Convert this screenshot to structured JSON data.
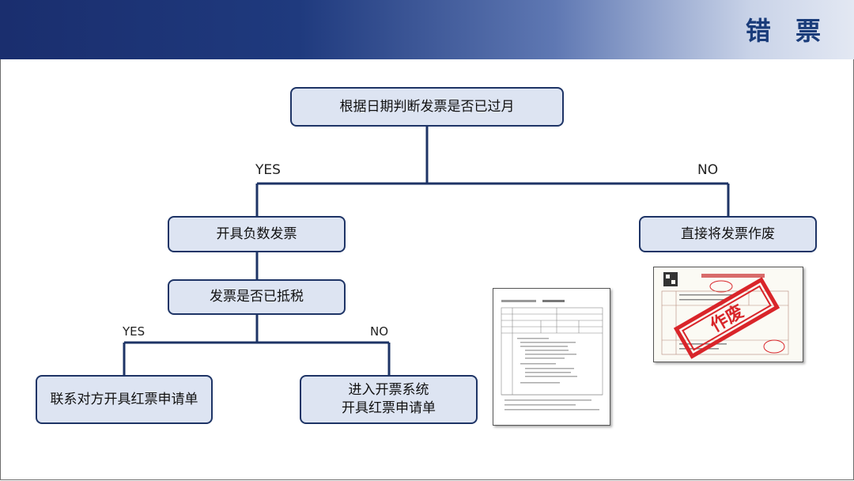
{
  "header": {
    "title": "错 票"
  },
  "flow": {
    "root": "根据日期判断发票是否已过月",
    "yes_label_top": "YES",
    "no_label_top": "NO",
    "negative_invoice": "开具负数发票",
    "void_invoice": "直接将发票作废",
    "tax_deducted_question": "发票是否已抵税",
    "yes_label_bottom": "YES",
    "no_label_bottom": "NO",
    "contact_counterparty": "联系对方开具红票申请单",
    "enter_system": "进入开票系统\n开具红票申请单"
  },
  "images": {
    "red_invoice_form": "red-invoice-application-form",
    "voided_invoice": "voided-invoice",
    "void_stamp_text": "作废"
  },
  "colors": {
    "box_fill": "#dde4f2",
    "box_border": "#1e3466",
    "line": "#1e3466",
    "stamp": "#d9252a"
  }
}
